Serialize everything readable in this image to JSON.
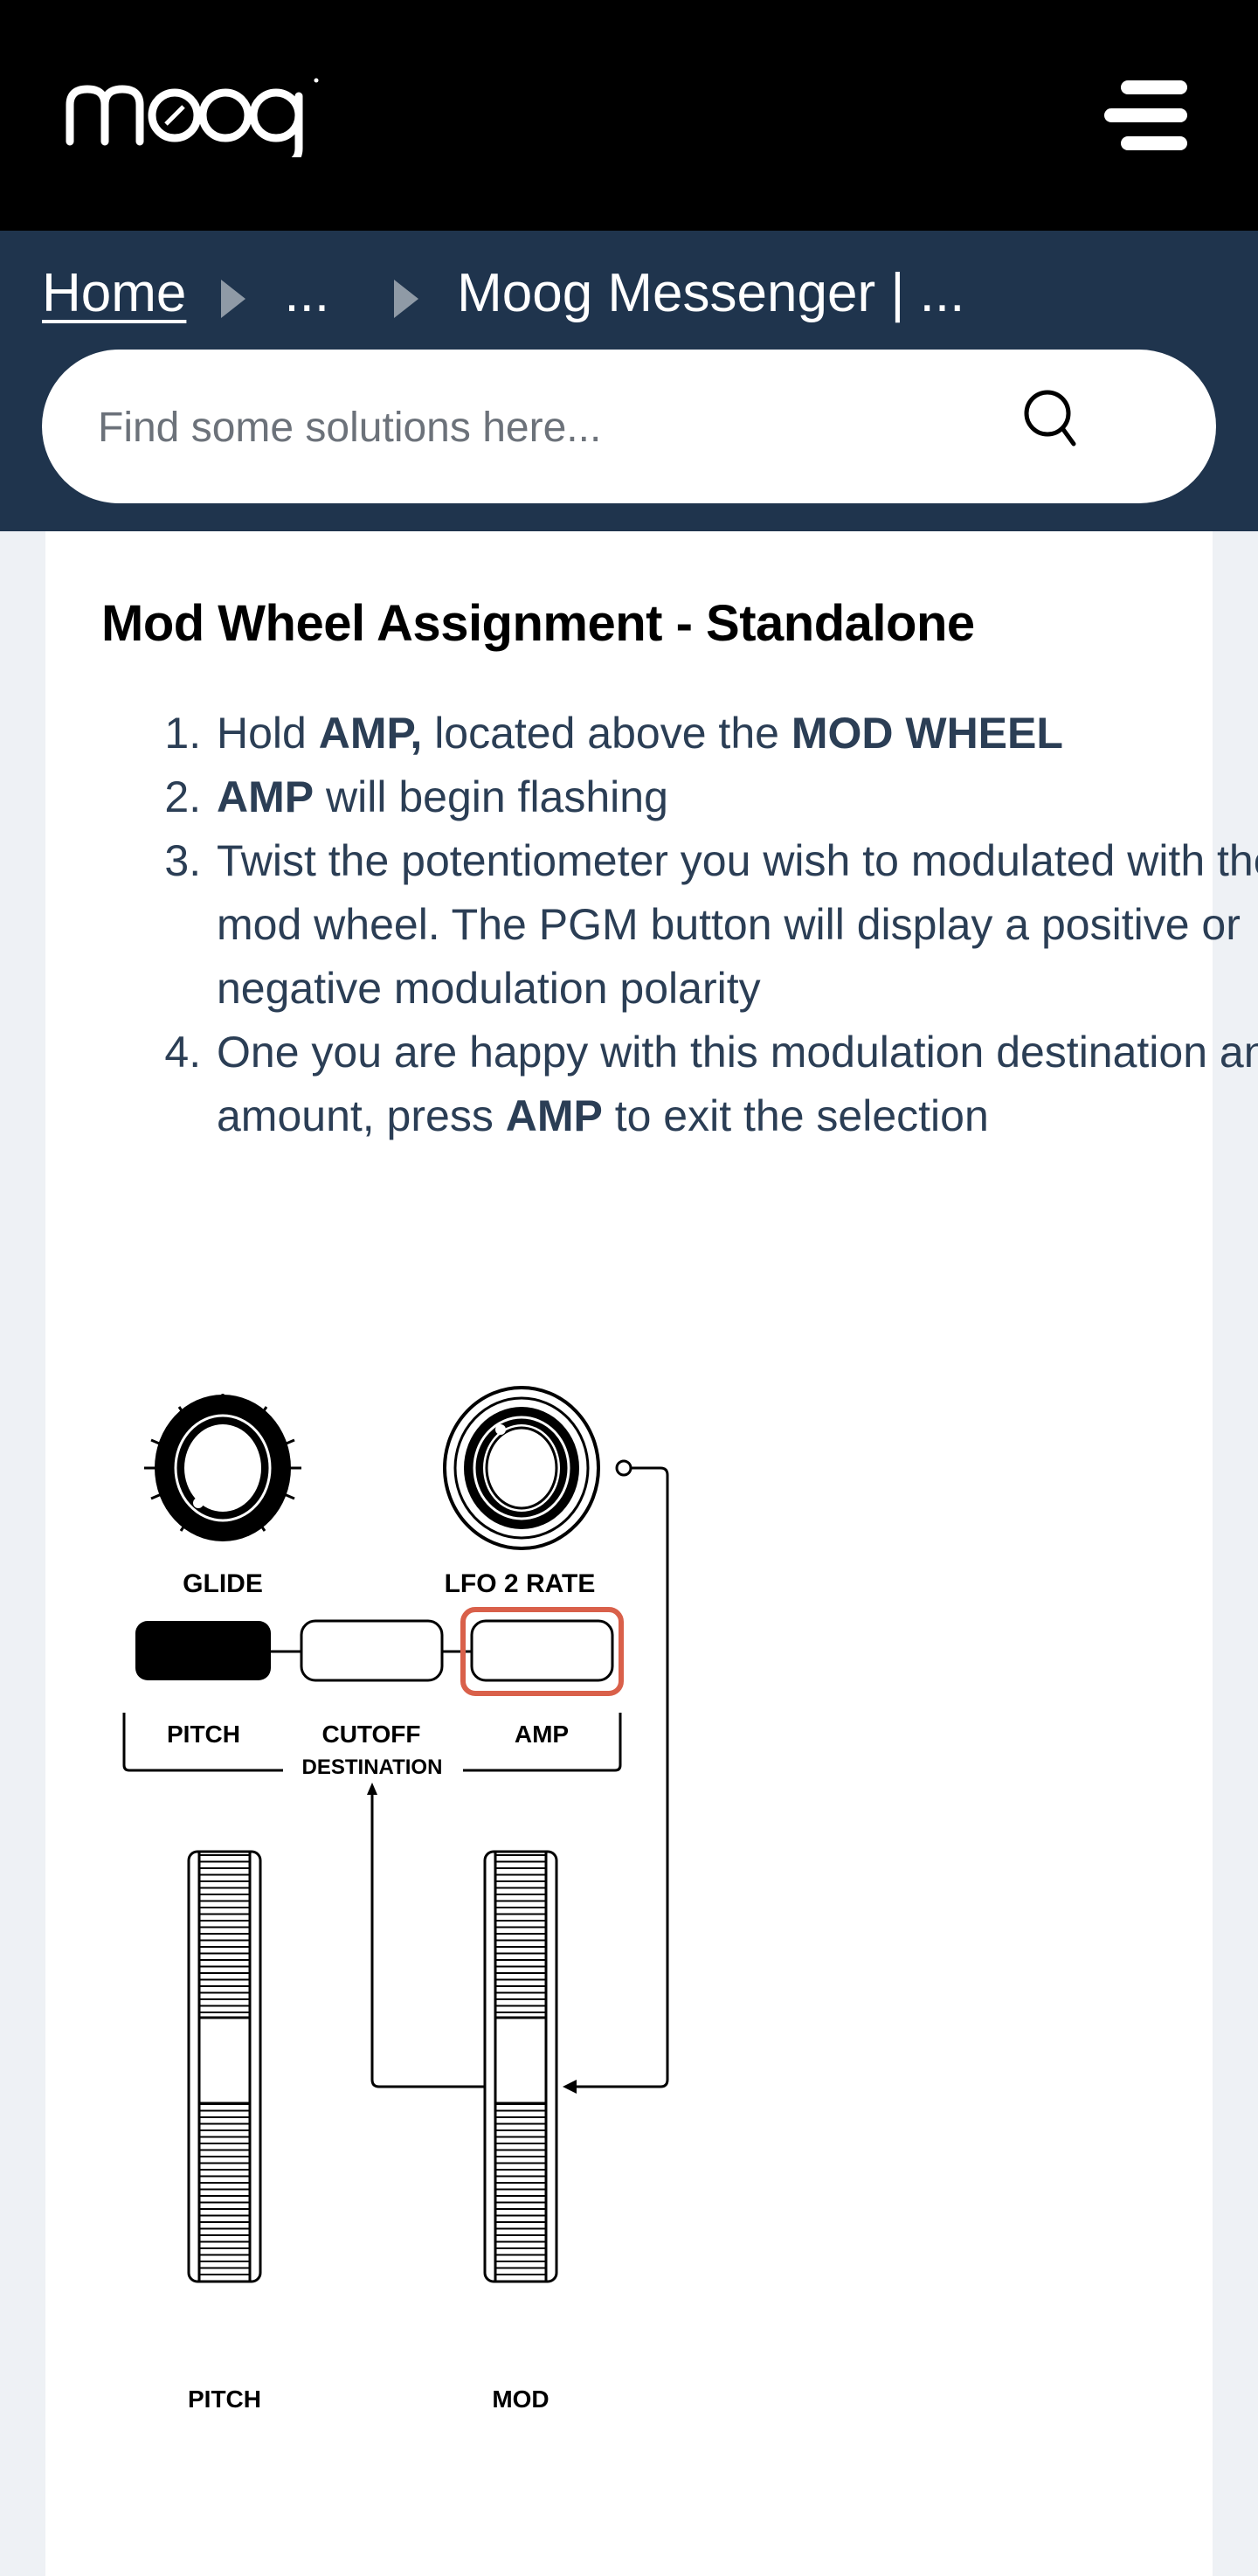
{
  "header": {
    "logo_text": "moog",
    "menu_icon": "hamburger-menu-icon"
  },
  "breadcrumb": {
    "items": [
      {
        "label": "Home"
      },
      {
        "label": "..."
      },
      {
        "label": "Moog Messenger | ..."
      }
    ],
    "separator_icon": "caret-right-icon"
  },
  "search": {
    "placeholder": "Find some solutions here...",
    "value": "",
    "icon": "search-icon"
  },
  "article": {
    "heading": "Mod Wheel Assignment - Standalone",
    "steps": [
      {
        "parts": [
          {
            "t": "Hold "
          },
          {
            "t": "AMP,",
            "b": true
          },
          {
            "t": " located above the "
          },
          {
            "t": "MOD WHEEL",
            "b": true
          }
        ]
      },
      {
        "parts": [
          {
            "t": "AMP",
            "b": true
          },
          {
            "t": " will begin flashing"
          }
        ]
      },
      {
        "parts": [
          {
            "t": "Twist the potentiometer you wish to modulated with the mod wheel. The PGM button will display a positive or negative modulation polarity"
          }
        ]
      },
      {
        "parts": [
          {
            "t": "One you are happy with this modulation destination and amount, press "
          },
          {
            "t": "AMP",
            "b": true
          },
          {
            "t": " to exit the selection"
          }
        ]
      }
    ]
  },
  "diagram": {
    "knobs": [
      {
        "label": "GLIDE"
      },
      {
        "label": "LFO 2 RATE"
      }
    ],
    "buttons": [
      {
        "label": "PITCH",
        "state": "active"
      },
      {
        "label": "CUTOFF",
        "state": "off"
      },
      {
        "label": "AMP",
        "state": "highlighted"
      }
    ],
    "group_label": "DESTINATION",
    "wheels": [
      {
        "label": "PITCH"
      },
      {
        "label": "MOD"
      }
    ],
    "highlight_color": "#d9604a"
  }
}
